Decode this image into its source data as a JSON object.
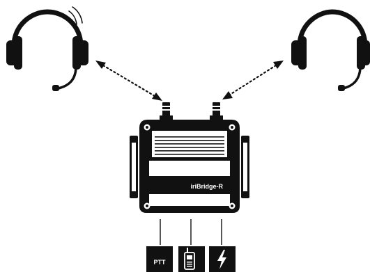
{
  "device": {
    "label": "iriBridge-R"
  },
  "ports": [
    {
      "label": "PTT",
      "icon": ""
    },
    {
      "label": "",
      "icon": "radio-icon"
    },
    {
      "label": "",
      "icon": "power-icon"
    }
  ],
  "headsets": [
    {
      "name": "headset-left",
      "icon": "headset-icon",
      "transmitting": true
    },
    {
      "name": "headset-right",
      "icon": "headset-icon",
      "transmitting": false
    }
  ],
  "links": [
    {
      "type": "wireless",
      "style": "dotted",
      "bidirectional": true
    },
    {
      "type": "wireless",
      "style": "dotted",
      "bidirectional": true
    }
  ],
  "colors": {
    "ink": "#111111",
    "background": "#ffffff"
  }
}
